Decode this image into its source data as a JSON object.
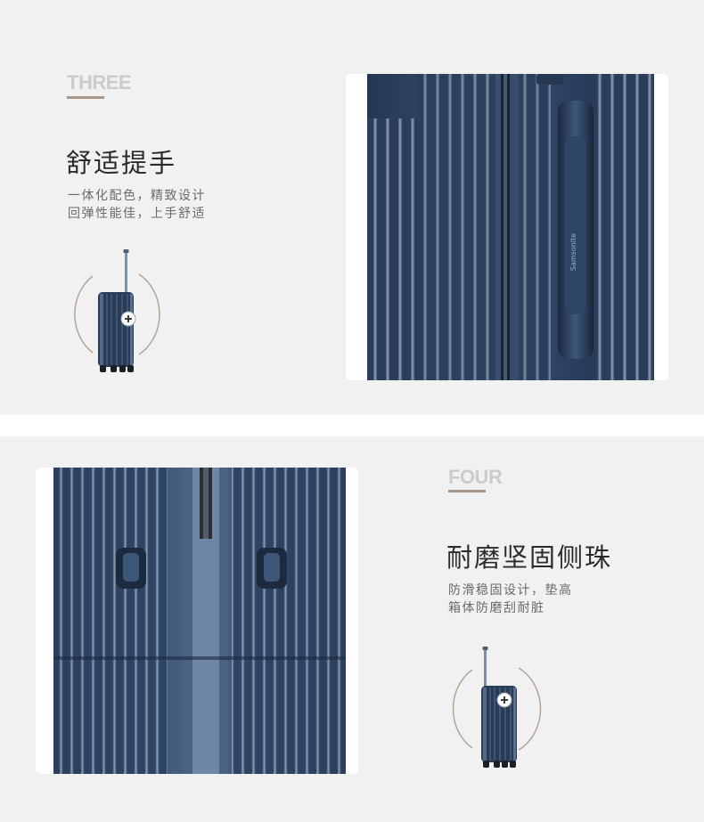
{
  "sections": [
    {
      "number": "THREE",
      "title": "舒适提手",
      "desc_lines": [
        "一体化配色，精致设计",
        "回弹性能佳，上手舒适"
      ]
    },
    {
      "number": "FOUR",
      "title": "耐磨坚固侧珠",
      "desc_lines": [
        "防滑稳固设计，垫高",
        "箱体防磨刮耐脏"
      ]
    }
  ],
  "brand_mark": "Samsonite",
  "colors": {
    "background": "#f1f1f1",
    "accent_bar": "#a89688",
    "number_text": "#cfcaca",
    "title_text": "#2b2b2b",
    "desc_text": "#6a6a6a",
    "suitcase_dark": "#1d2e45",
    "suitcase_light": "#8498b0"
  },
  "icons": [
    "plus-icon",
    "rotate-arc-icon"
  ]
}
